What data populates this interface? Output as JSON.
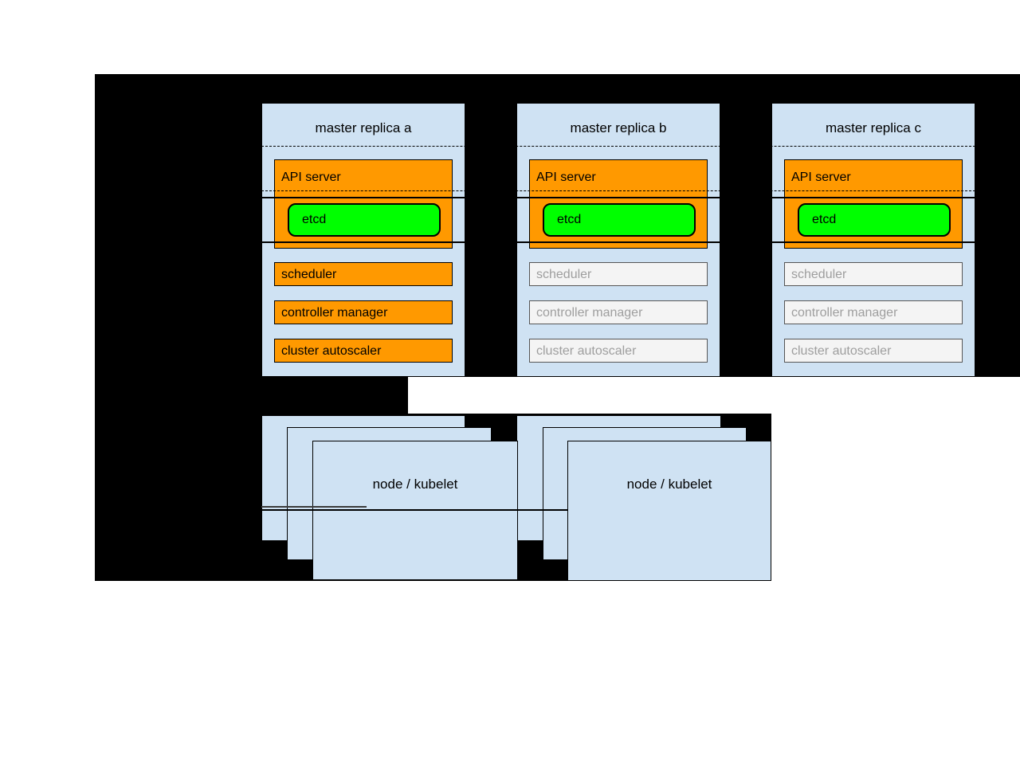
{
  "masters": [
    {
      "title": "master replica a",
      "api_server_label": "API server",
      "etcd_label": "etcd",
      "components": [
        {
          "label": "scheduler",
          "active": true
        },
        {
          "label": "controller manager",
          "active": true
        },
        {
          "label": "cluster autoscaler",
          "active": true
        }
      ]
    },
    {
      "title": "master replica b",
      "api_server_label": "API server",
      "etcd_label": "etcd",
      "components": [
        {
          "label": "scheduler",
          "active": false
        },
        {
          "label": "controller manager",
          "active": false
        },
        {
          "label": "cluster autoscaler",
          "active": false
        }
      ]
    },
    {
      "title": "master replica c",
      "api_server_label": "API server",
      "etcd_label": "etcd",
      "components": [
        {
          "label": "scheduler",
          "active": false
        },
        {
          "label": "controller manager",
          "active": false
        },
        {
          "label": "cluster autoscaler",
          "active": false
        }
      ]
    }
  ],
  "nodes": [
    {
      "label": "node / kubelet"
    },
    {
      "label": "node / kubelet"
    }
  ],
  "colors": {
    "canvas_black": "#000000",
    "panel_blue": "#cfe2f3",
    "active_orange": "#ff9900",
    "etcd_green": "#00ff00",
    "inactive_fill": "#f4f4f4",
    "inactive_border": "#565656",
    "inactive_text": "#9e9e9e",
    "line_black": "#000000",
    "line_gray": "#3b3b3b"
  }
}
